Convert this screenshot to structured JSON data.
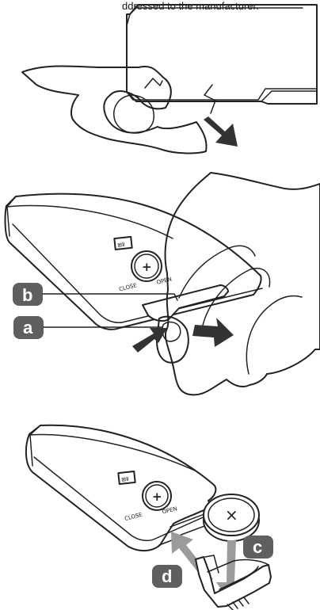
{
  "header": {
    "visible_text": "ddressed to the manufacturer."
  },
  "labels": {
    "a": "a",
    "b": "b",
    "c": "c",
    "d": "d"
  },
  "battery": {
    "plus_1": "+",
    "plus_2": "+",
    "coin_mark": "×",
    "close_label": "CLOSE",
    "open_label": "OPEN"
  },
  "colors": {
    "label_fill": "#5f5f5f",
    "arrow_gray": "#9b9b9b",
    "line": "#222222"
  }
}
